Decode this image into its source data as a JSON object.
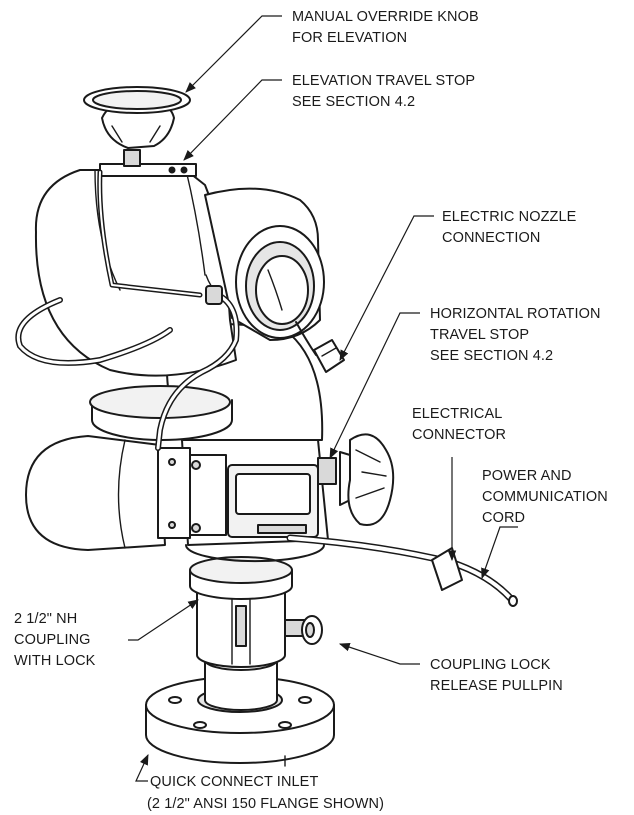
{
  "callouts": {
    "manual_override": [
      "MANUAL OVERRIDE KNOB",
      "FOR ELEVATION"
    ],
    "elevation_stop": [
      "ELEVATION TRAVEL STOP",
      "SEE SECTION 4.2"
    ],
    "electric_nozzle": [
      "ELECTRIC NOZZLE",
      "CONNECTION"
    ],
    "horizontal_stop": [
      "HORIZONTAL ROTATION",
      "TRAVEL STOP",
      "SEE SECTION 4.2"
    ],
    "electrical_connector": [
      "ELECTRICAL",
      "CONNECTOR"
    ],
    "power_cord": [
      "POWER AND",
      "COMMUNICATION",
      "CORD"
    ],
    "nh_coupling": [
      "2 1/2\" NH",
      "COUPLING",
      "WITH LOCK"
    ],
    "coupling_lock": [
      "COUPLING LOCK",
      "RELEASE PULLPIN"
    ],
    "quick_connect": [
      "QUICK CONNECT INLET",
      "(2 1/2\" ANSI 150 FLANGE SHOWN)"
    ]
  },
  "colors": {
    "line": "#1a1a1a",
    "shade": "#d9d9d9",
    "light": "#f2f2f2",
    "white": "#ffffff"
  }
}
